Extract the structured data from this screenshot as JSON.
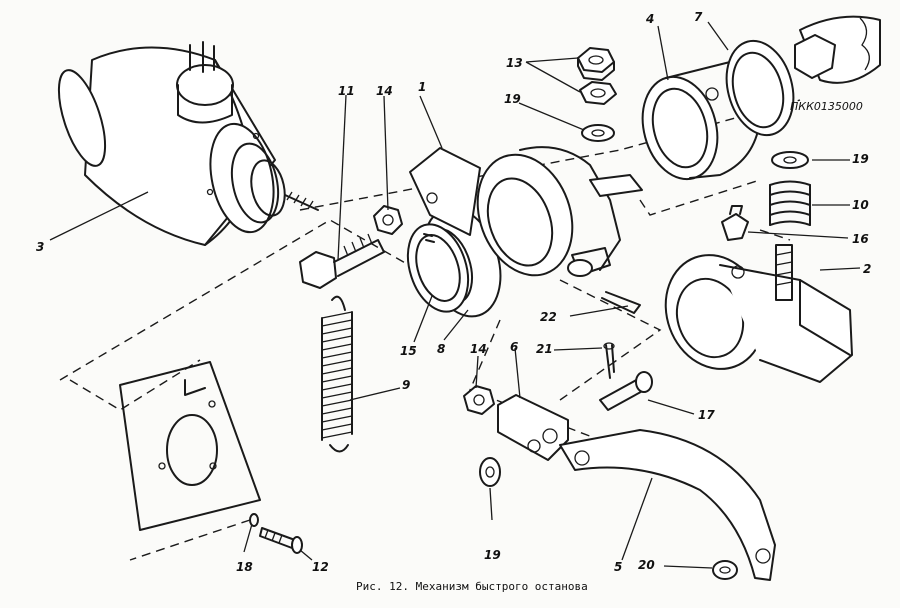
{
  "caption": "Рис. 12. Механизм быстрого останова",
  "drawing_code": "ПКК0135000",
  "labels": [
    {
      "id": "lbl-1",
      "text": "1"
    },
    {
      "id": "lbl-2",
      "text": "2"
    },
    {
      "id": "lbl-3",
      "text": "3"
    },
    {
      "id": "lbl-4",
      "text": "4"
    },
    {
      "id": "lbl-5",
      "text": "5"
    },
    {
      "id": "lbl-6",
      "text": "6"
    },
    {
      "id": "lbl-7",
      "text": "7"
    },
    {
      "id": "lbl-8",
      "text": "8"
    },
    {
      "id": "lbl-9",
      "text": "9"
    },
    {
      "id": "lbl-10",
      "text": "10"
    },
    {
      "id": "lbl-11",
      "text": "11"
    },
    {
      "id": "lbl-12",
      "text": "12"
    },
    {
      "id": "lbl-13",
      "text": "13"
    },
    {
      "id": "lbl-14a",
      "text": "14"
    },
    {
      "id": "lbl-14b",
      "text": "14"
    },
    {
      "id": "lbl-15",
      "text": "15"
    },
    {
      "id": "lbl-16",
      "text": "16"
    },
    {
      "id": "lbl-17",
      "text": "17"
    },
    {
      "id": "lbl-18",
      "text": "18"
    },
    {
      "id": "lbl-19a",
      "text": "19"
    },
    {
      "id": "lbl-19b",
      "text": "19"
    },
    {
      "id": "lbl-19c",
      "text": "19"
    },
    {
      "id": "lbl-20",
      "text": "20"
    },
    {
      "id": "lbl-21",
      "text": "21"
    },
    {
      "id": "lbl-22",
      "text": "22"
    }
  ]
}
